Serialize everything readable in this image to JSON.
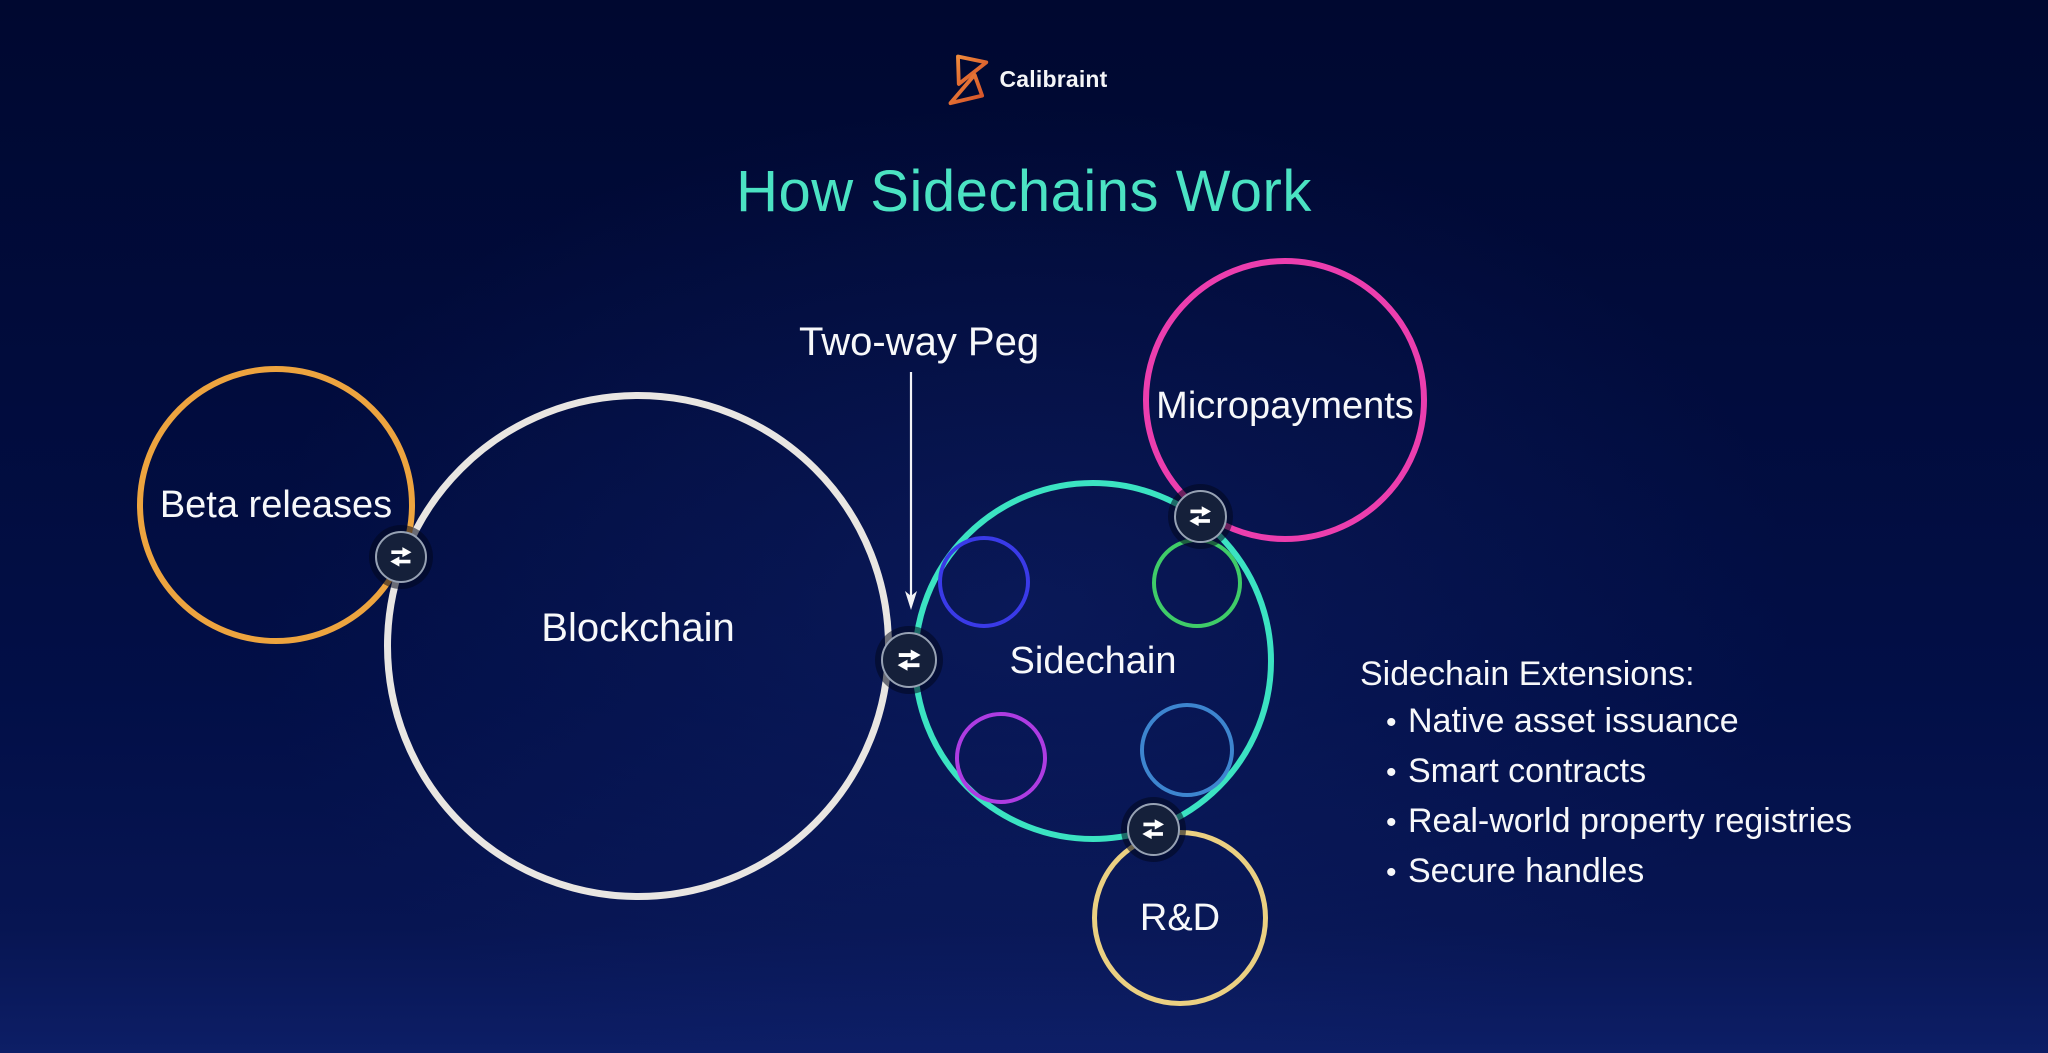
{
  "header": {
    "logo_text": "Calibraint",
    "logo_icon": "calibraint-logo-icon",
    "logo_accent_start": "#ef8a3c",
    "logo_accent_end": "#d44f28"
  },
  "title": {
    "text": "How Sidechains Work",
    "color": "#4be3c3"
  },
  "diagram": {
    "annotation": {
      "label": "Two-way Peg",
      "arrow_color": "#f2f3f6"
    },
    "peg_icon": {
      "name": "two-way-transfer-icon",
      "background": "#15203a",
      "ring_color": "#97a2b4",
      "arrow_color": "#ffffff"
    },
    "nodes": {
      "beta": {
        "label": "Beta releases",
        "color": "#eda43f"
      },
      "blockchain": {
        "label": "Blockchain",
        "color": "#e9e6e2"
      },
      "sidechain": {
        "label": "Sidechain",
        "color": "#3be3c2"
      },
      "micropayments": {
        "label": "Micropayments",
        "color": "#ec3eae"
      },
      "rnd": {
        "label": "R&D",
        "color": "#ebd082"
      }
    },
    "inner_circles": {
      "top_left": "#3a3ae8",
      "top_right": "#3fcc68",
      "bottom_left": "#ae3ce2",
      "bottom_right": "#3d85cf"
    },
    "label_color": "#f7f8fa"
  },
  "extensions": {
    "title": "Sidechain Extensions:",
    "bullet": "•",
    "items": [
      "Native asset issuance",
      "Smart contracts",
      "Real-world property registries",
      "Secure handles"
    ]
  },
  "background": {
    "top": "#000830",
    "bottom": "#0d1e66"
  }
}
